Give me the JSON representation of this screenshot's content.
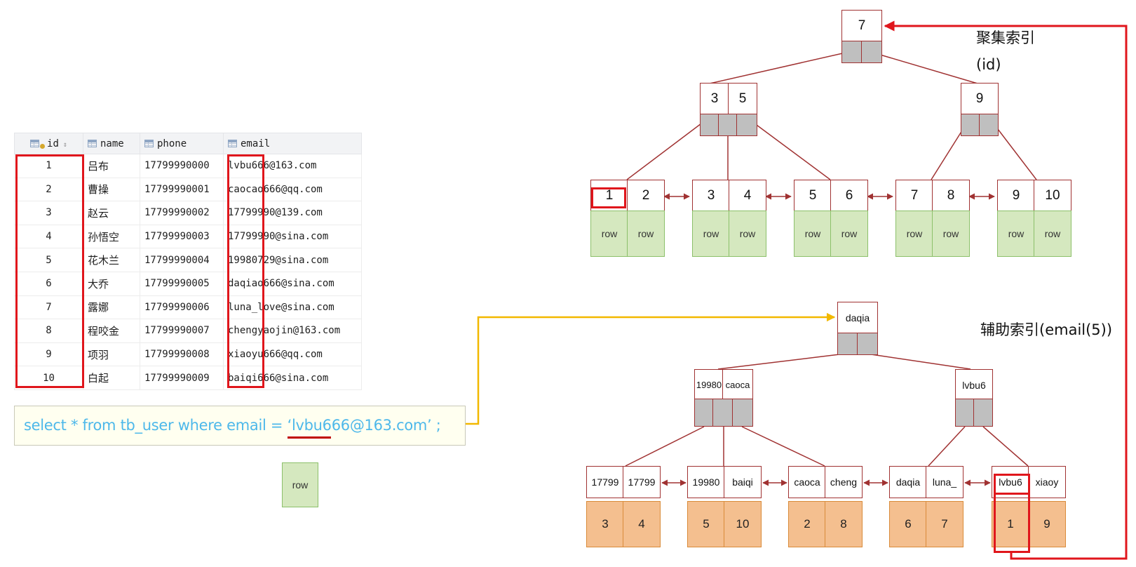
{
  "table": {
    "headers": [
      "id",
      "name",
      "phone",
      "email"
    ],
    "rows": [
      [
        "1",
        "吕布",
        "17799990000",
        "lvbu666@163.com"
      ],
      [
        "2",
        "曹操",
        "17799990001",
        "caocao666@qq.com"
      ],
      [
        "3",
        "赵云",
        "17799990002",
        "17799990@139.com"
      ],
      [
        "4",
        "孙悟空",
        "17799990003",
        "17799990@sina.com"
      ],
      [
        "5",
        "花木兰",
        "17799990004",
        "19980729@sina.com"
      ],
      [
        "6",
        "大乔",
        "17799990005",
        "daqiao666@sina.com"
      ],
      [
        "7",
        "露娜",
        "17799990006",
        "luna_love@sina.com"
      ],
      [
        "8",
        "程咬金",
        "17799990007",
        "chengyaojin@163.com"
      ],
      [
        "9",
        "项羽",
        "17799990008",
        "xiaoyu666@qq.com"
      ],
      [
        "10",
        "白起",
        "17799990009",
        "baiqi666@sina.com"
      ]
    ]
  },
  "sql": "select * from tb_user where email = ‘lvbu666@163.com’ ;",
  "row_label": "row",
  "clustered": {
    "title": "聚集索引",
    "subtitle": "(id)",
    "root": [
      "7"
    ],
    "internal_left": [
      "3",
      "5"
    ],
    "internal_right": [
      "9"
    ],
    "leaves": [
      [
        "1",
        "2"
      ],
      [
        "3",
        "4"
      ],
      [
        "5",
        "6"
      ],
      [
        "7",
        "8"
      ],
      [
        "9",
        "10"
      ]
    ]
  },
  "secondary": {
    "title": "辅助索引(email(5))",
    "root": [
      "daqia"
    ],
    "internal_left": [
      "19980",
      "caoca"
    ],
    "internal_right": [
      "lvbu6"
    ],
    "leaves": [
      {
        "keys": [
          "17799",
          "17799"
        ],
        "ids": [
          "3",
          "4"
        ]
      },
      {
        "keys": [
          "19980",
          "baiqi"
        ],
        "ids": [
          "5",
          "10"
        ]
      },
      {
        "keys": [
          "caoca",
          "cheng"
        ],
        "ids": [
          "2",
          "8"
        ]
      },
      {
        "keys": [
          "daqia",
          "luna_"
        ],
        "ids": [
          "6",
          "7"
        ]
      },
      {
        "keys": [
          "lvbu6",
          "xiaoy"
        ],
        "ids": [
          "1",
          "9"
        ]
      }
    ]
  },
  "colors": {
    "node_border": "#a03232",
    "pointer_fill": "#bfbfbf",
    "row_fill": "#d5e8bf",
    "id_fill": "#f4bf8f",
    "highlight": "#e0161c",
    "lookup_arrow": "#f2b800",
    "sql_text": "#4db8ea"
  }
}
